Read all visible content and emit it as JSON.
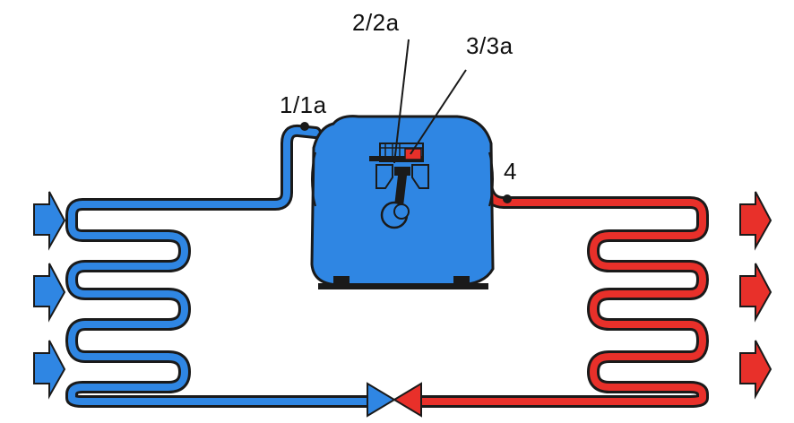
{
  "labels": {
    "point_1": "1/1a",
    "point_2": "2/2a",
    "point_3": "3/3a",
    "point_4": "4"
  },
  "colors": {
    "cold": "#2f86e3",
    "hot": "#e8302a",
    "outline": "#1a1a1a",
    "compressor": "#2f86e3"
  }
}
